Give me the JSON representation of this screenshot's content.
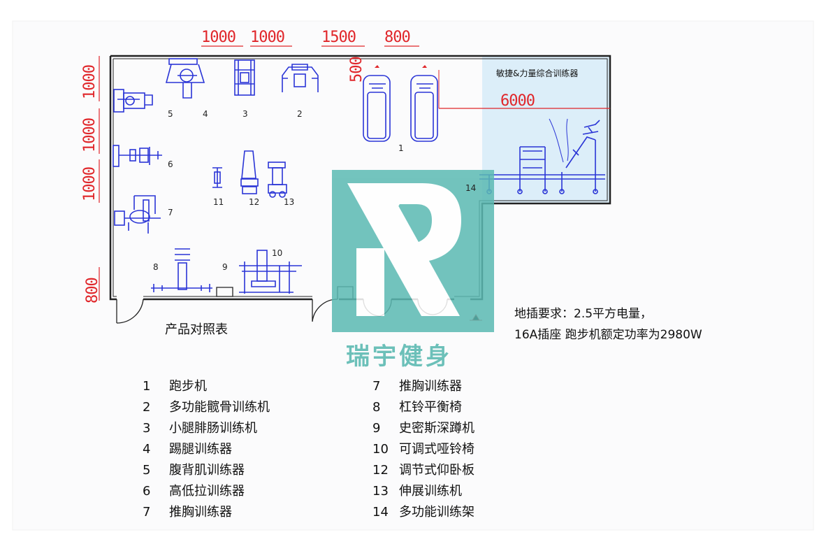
{
  "dimensions": {
    "top": [
      "1000",
      "1000",
      "1500",
      "800"
    ],
    "top_vertical": "500",
    "left": [
      "1000",
      "1000",
      "1000",
      "800"
    ],
    "zone_width": "6000"
  },
  "zone_title": "敏捷&力量综合训练器",
  "equipment_numbers": [
    "1",
    "2",
    "3",
    "4",
    "5",
    "6",
    "7",
    "8",
    "9",
    "10",
    "11",
    "12",
    "13",
    "14"
  ],
  "table_title": "产品对照表",
  "power_note": {
    "line1": "地插要求：2.5平方电量，",
    "line2": "16A插座 跑步机额定功率为2980W"
  },
  "brand": "瑞宇健身",
  "legend_left": [
    {
      "n": "1",
      "label": "跑步机"
    },
    {
      "n": "2",
      "label": "多功能髋骨训练机"
    },
    {
      "n": "3",
      "label": "小腿腓肠训练机"
    },
    {
      "n": "4",
      "label": "踢腿训练器"
    },
    {
      "n": "5",
      "label": "腹背肌训练器"
    },
    {
      "n": "6",
      "label": "高低拉训练器"
    },
    {
      "n": "7",
      "label": "推胸训练器"
    }
  ],
  "legend_right": [
    {
      "n": "7",
      "label": "推胸训练器"
    },
    {
      "n": "8",
      "label": "杠铃平衡椅"
    },
    {
      "n": "9",
      "label": "史密斯深蹲机"
    },
    {
      "n": "10",
      "label": "可调式哑铃椅"
    },
    {
      "n": "12",
      "label": "调节式仰卧板"
    },
    {
      "n": "13",
      "label": "伸展训练机"
    },
    {
      "n": "14",
      "label": "多功能训练架"
    }
  ],
  "colors": {
    "wall": "#222222",
    "equipment": "#2a35d6",
    "dimension": "#e0262a",
    "zone_fill": "#dceef9",
    "watermark": "#5bbab3"
  }
}
